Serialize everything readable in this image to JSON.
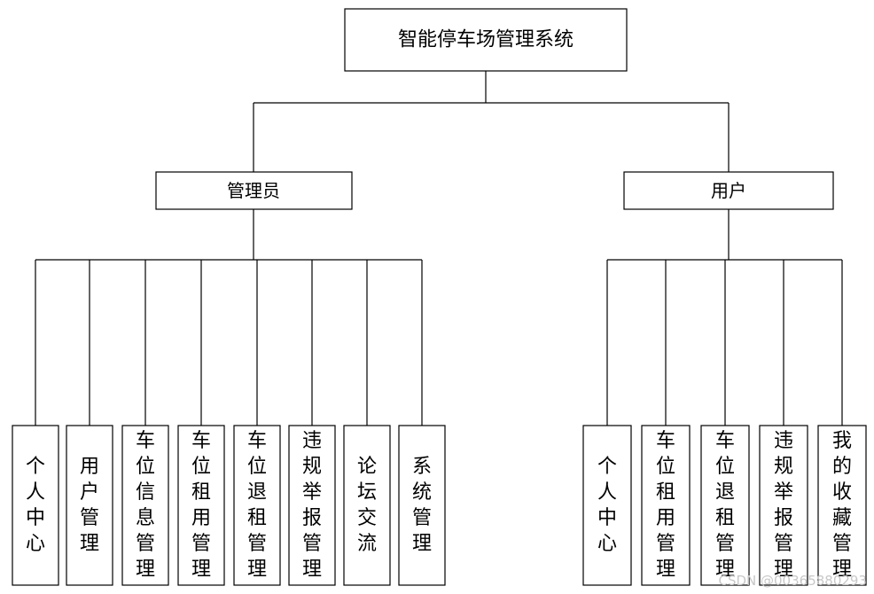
{
  "root": {
    "label": "智能停车场管理系统"
  },
  "branches": [
    {
      "id": "admin",
      "label": "管理员",
      "children": [
        "个人中心",
        "用户管理",
        "车位信息管理",
        "车位租用管理",
        "车位退租管理",
        "违规举报管理",
        "论坛交流",
        "系统管理"
      ]
    },
    {
      "id": "user",
      "label": "用户",
      "children": [
        "个人中心",
        "车位租用管理",
        "车位退租管理",
        "违规举报管理",
        "我的收藏管理"
      ]
    }
  ],
  "watermark": "CSDN @00365880293",
  "colors": {
    "stroke": "#000000",
    "fill": "#ffffff",
    "watermark": "#c8c8c8"
  }
}
